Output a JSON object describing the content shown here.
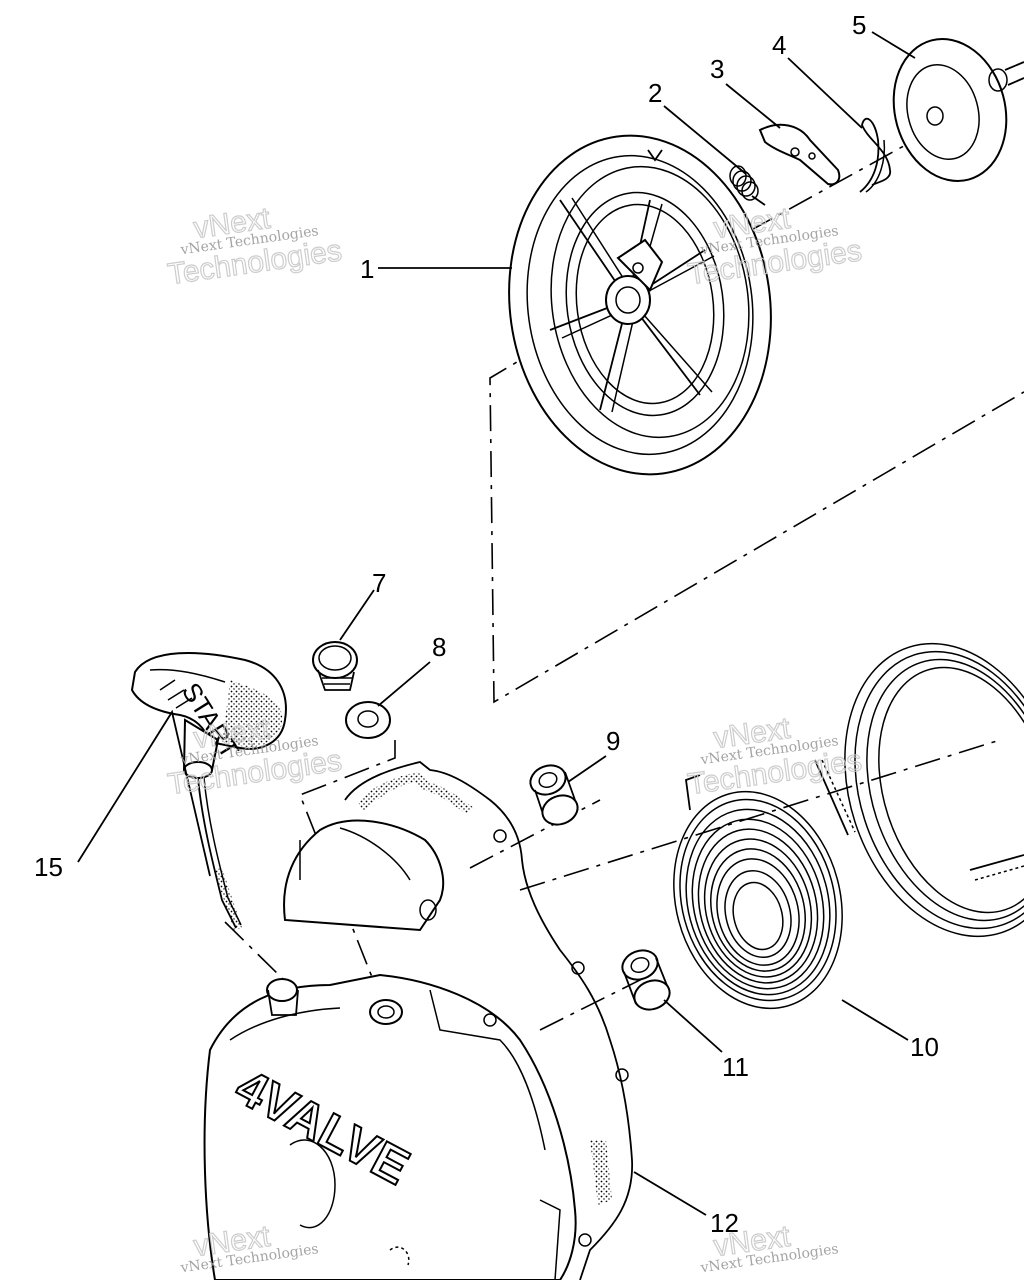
{
  "diagram": {
    "callouts": [
      {
        "id": "1",
        "label": "1"
      },
      {
        "id": "2",
        "label": "2"
      },
      {
        "id": "3",
        "label": "3"
      },
      {
        "id": "4",
        "label": "4"
      },
      {
        "id": "5",
        "label": "5"
      },
      {
        "id": "7",
        "label": "7"
      },
      {
        "id": "8",
        "label": "8"
      },
      {
        "id": "9",
        "label": "9"
      },
      {
        "id": "10",
        "label": "10"
      },
      {
        "id": "11",
        "label": "11"
      },
      {
        "id": "12",
        "label": "12"
      },
      {
        "id": "15",
        "label": "15"
      }
    ],
    "cover_lettering": "4VALVE",
    "handle_lettering": "START",
    "watermark": {
      "line1": "vNext",
      "line2": "vNext Technologies",
      "line3": "Technologies"
    }
  }
}
